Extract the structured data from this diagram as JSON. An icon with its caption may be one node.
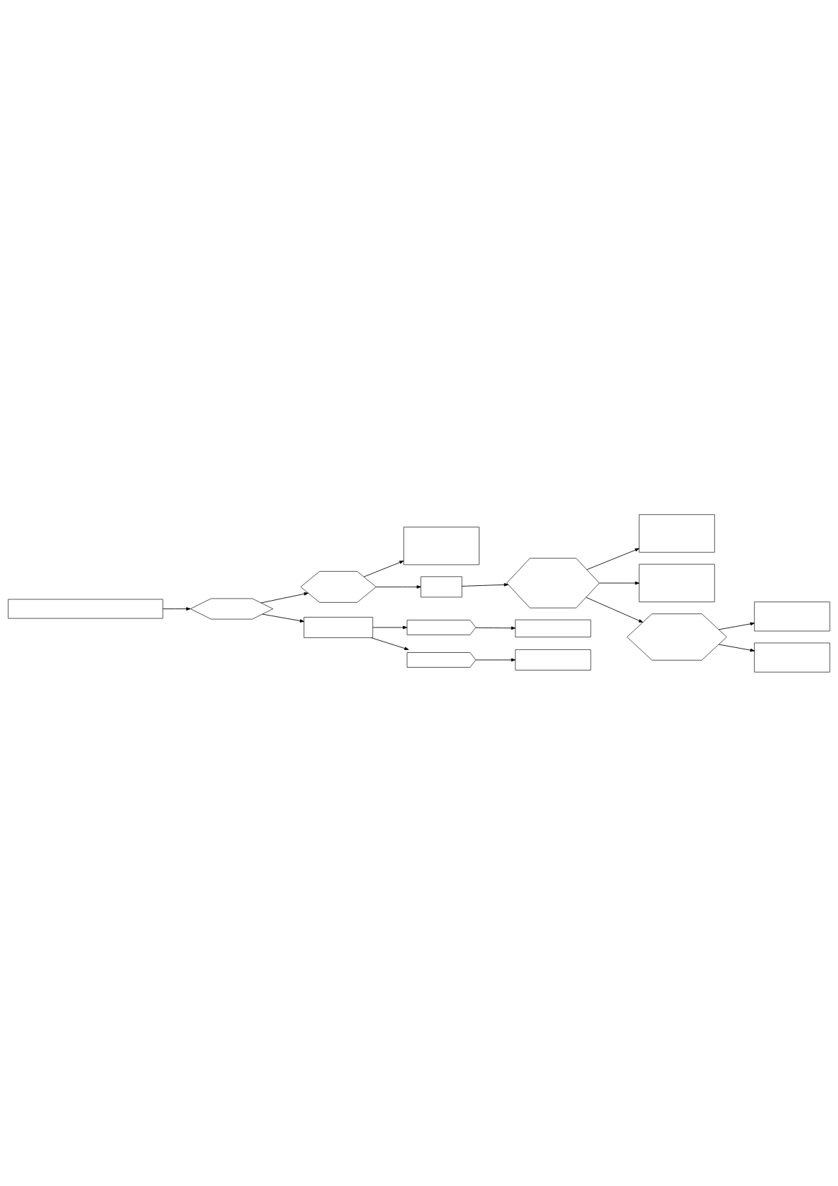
{
  "diagram": {
    "nodes": [
      {
        "text": [],
        "shape": "box"
      },
      {
        "text": [],
        "shape": "hexagon"
      },
      {
        "text": [],
        "shape": "hexagon"
      },
      {
        "text": [],
        "shape": "box"
      },
      {
        "text": [],
        "shape": "box"
      },
      {
        "text": [],
        "shape": "hexagon"
      },
      {
        "text": [],
        "shape": "box"
      },
      {
        "text": [],
        "shape": "box"
      },
      {
        "text": [],
        "shape": "hexagon"
      },
      {
        "text": [],
        "shape": "box"
      },
      {
        "text": [],
        "shape": "box"
      },
      {
        "text": [],
        "shape": "box"
      },
      {
        "text": [],
        "shape": "pentagon"
      },
      {
        "text": [],
        "shape": "box"
      },
      {
        "text": [],
        "shape": "pentagon"
      },
      {
        "text": [],
        "shape": "box"
      }
    ],
    "edges": [
      {
        "from": 0,
        "to": 1,
        "arrow": "to"
      },
      {
        "from": 1,
        "to": 2,
        "arrow": "to"
      },
      {
        "from": 1,
        "to": 11,
        "arrow": "to"
      },
      {
        "from": 2,
        "to": 3,
        "arrow": "to"
      },
      {
        "from": 2,
        "to": 4,
        "arrow": "to"
      },
      {
        "from": 4,
        "to": 5,
        "arrow": "to"
      },
      {
        "from": 5,
        "to": 6,
        "arrow": "to"
      },
      {
        "from": 5,
        "to": 7,
        "arrow": "to"
      },
      {
        "from": 5,
        "to": 8,
        "arrow": "to"
      },
      {
        "from": 8,
        "to": 9,
        "arrow": "to"
      },
      {
        "from": 8,
        "to": 10,
        "arrow": "to"
      },
      {
        "from": 11,
        "to": 12,
        "arrow": "to"
      },
      {
        "from": 12,
        "to": 13,
        "arrow": "to"
      },
      {
        "from": 11,
        "to": 14,
        "arrow": "to"
      },
      {
        "from": 14,
        "to": 15,
        "arrow": "to"
      }
    ]
  }
}
